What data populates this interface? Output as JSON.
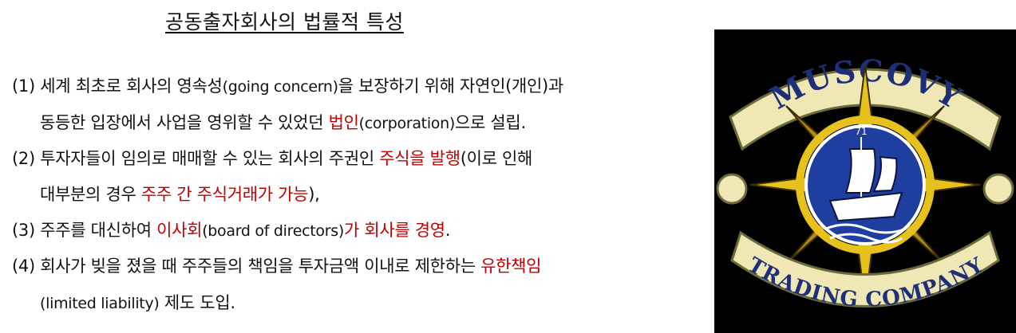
{
  "title": "공동출자회사의  법률적  특성",
  "items": [
    {
      "line1": {
        "a": "(1) 세계 최초로 회사의 영속성",
        "b": "(going concern)",
        "c": "을 보장하기 위해 자연인(개인)과"
      },
      "line2": {
        "a": "동등한 입장에서 사업을 영위할 수 있었던 ",
        "red": "법인",
        "b": "(corporation)",
        "c": "으로 설립."
      }
    },
    {
      "line1": {
        "a": "(2) 투자자들이 임의로 매매할 수 있는 회사의 주권인 ",
        "red": "주식을 발행",
        "c": "(이로 인해"
      },
      "line2": {
        "a": "대부분의 경우 ",
        "red": "주주 간 주식거래가 가능",
        "c": "),"
      }
    },
    {
      "line1": {
        "a": "(3) 주주를 대신하여 ",
        "red": "이사회",
        "b": "(board of directors)",
        "red2": "가 회사를 경영",
        "c": "."
      }
    },
    {
      "line1": {
        "a": "(4) 회사가 빚을 졌을 때 주주들의 책임을 투자금액 이내로 제한하는 ",
        "red": "유한책임"
      },
      "line2": {
        "b": "(limited liability)",
        "c": " 제도 도입."
      }
    }
  ],
  "logo": {
    "top_text": "MUSCOVY",
    "bottom_text": "TRADING COMPANY",
    "ship_flag": "71",
    "colors": {
      "ribbon": "#efe8b4",
      "ribbon_border": "#6a6a3a",
      "navy": "#1e2f7a",
      "star_gold": "#e8c21c",
      "star_shade": "#b08a12",
      "ring_blue": "#1f3fa0"
    }
  }
}
